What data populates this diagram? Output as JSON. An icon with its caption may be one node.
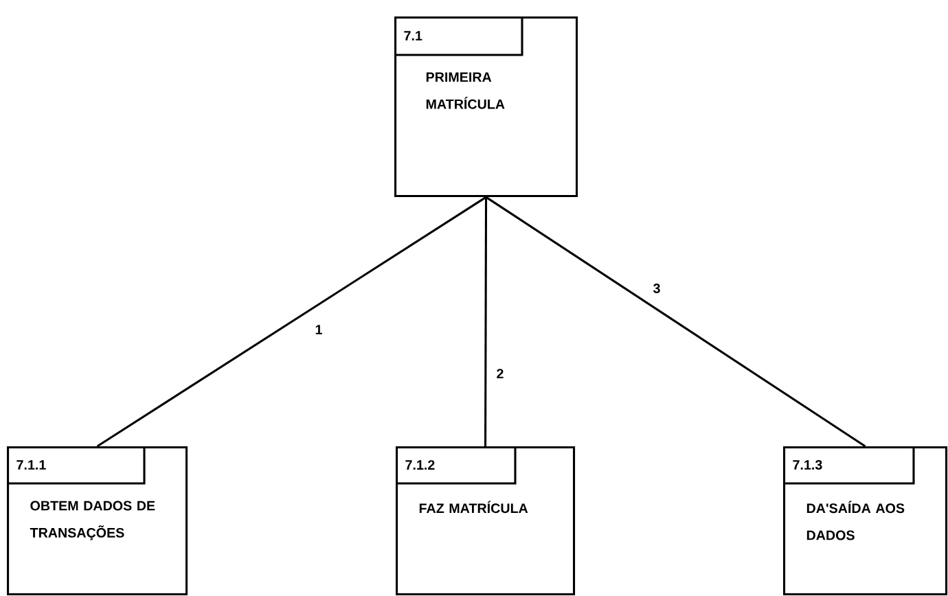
{
  "diagram": {
    "nodes": [
      {
        "text": [
          "7.1",
          "PRIMEIRA MATRÍCULA"
        ]
      },
      {
        "text": [
          "7.1.1",
          "OBTEM DADOS DE TRANSAÇÕES"
        ]
      },
      {
        "text": [
          "7.1.2",
          "FAZ MATRÍCULA"
        ]
      },
      {
        "text": [
          "7.1.3",
          "DA'SAÍDA AOS DADOS"
        ]
      }
    ],
    "edges": [
      {
        "from": 0,
        "to": 1,
        "arrow": "none",
        "label": "1"
      },
      {
        "from": 0,
        "to": 2,
        "arrow": "none",
        "label": "2"
      },
      {
        "from": 0,
        "to": 3,
        "arrow": "none",
        "label": "3"
      }
    ]
  }
}
